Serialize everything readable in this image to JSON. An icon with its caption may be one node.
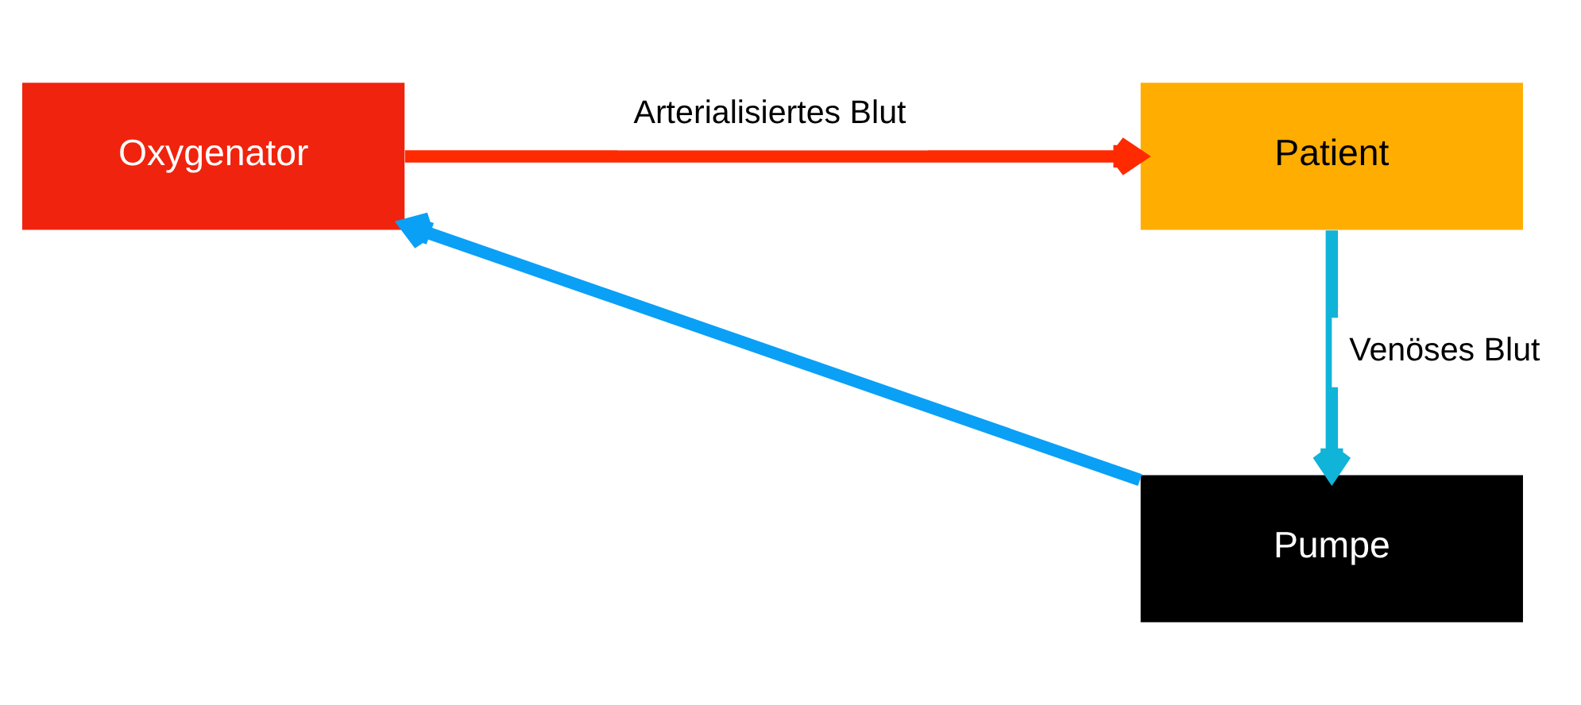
{
  "diagram": {
    "nodes": [
      {
        "text": [
          "Oxygenator"
        ]
      },
      {
        "text": [
          "Patient"
        ]
      },
      {
        "text": [
          "Pumpe"
        ]
      }
    ],
    "edges": [
      {
        "from": 0,
        "to": 1,
        "arrow": "to",
        "label": "Arterialisiertes Blut",
        "color": "#ff2a00"
      },
      {
        "from": 1,
        "to": 2,
        "arrow": "to",
        "label": "Venöses Blut",
        "color": "#0fb4d8"
      },
      {
        "from": 2,
        "to": 0,
        "arrow": "to",
        "color": "#0aa0f5"
      }
    ]
  }
}
